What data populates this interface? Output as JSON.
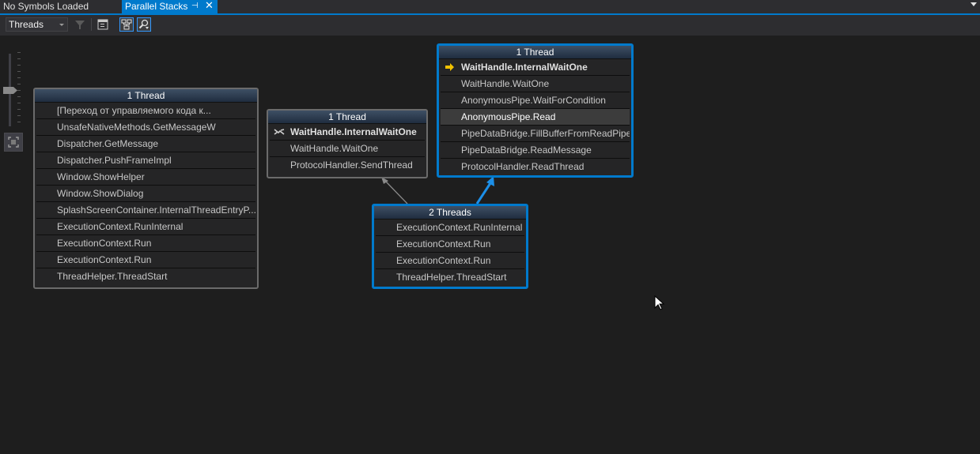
{
  "tabs": {
    "inactive_label": "No Symbols Loaded",
    "active_label": "Parallel Stacks",
    "pin_glyph": "⊣",
    "close_glyph": "✕"
  },
  "toolbar": {
    "view_combo_value": "Threads",
    "icons": [
      "filter-icon",
      "method-view-icon",
      "toggle-layout-icon",
      "auto-scroll-icon"
    ]
  },
  "colors": {
    "accent": "#007acc",
    "current_frame_arrow": "#f2c200",
    "background": "#1e1e1e"
  },
  "nodes": {
    "left": {
      "header": "1 Thread",
      "frames": [
        "[Переход от управляемого кода к...",
        "UnsafeNativeMethods.GetMessageW",
        "Dispatcher.GetMessage",
        "Dispatcher.PushFrameImpl",
        "Window.ShowHelper",
        "Window.ShowDialog",
        "SplashScreenContainer.InternalThreadEntryP...",
        "ExecutionContext.RunInternal",
        "ExecutionContext.Run",
        "ExecutionContext.Run",
        "ThreadHelper.ThreadStart"
      ]
    },
    "middle": {
      "header": "1 Thread",
      "frames": [
        "WaitHandle.InternalWaitOne",
        "WaitHandle.WaitOne",
        "ProtocolHandler.SendThread"
      ]
    },
    "right": {
      "header": "1 Thread",
      "frames": [
        "WaitHandle.InternalWaitOne",
        "WaitHandle.WaitOne",
        "AnonymousPipe.WaitForCondition",
        "AnonymousPipe.Read",
        "PipeDataBridge.FillBufferFromReadPipe",
        "PipeDataBridge.ReadMessage",
        "ProtocolHandler.ReadThread"
      ]
    },
    "bottom": {
      "header": "2 Threads",
      "frames": [
        "ExecutionContext.RunInternal",
        "ExecutionContext.Run",
        "ExecutionContext.Run",
        "ThreadHelper.ThreadStart"
      ]
    }
  }
}
